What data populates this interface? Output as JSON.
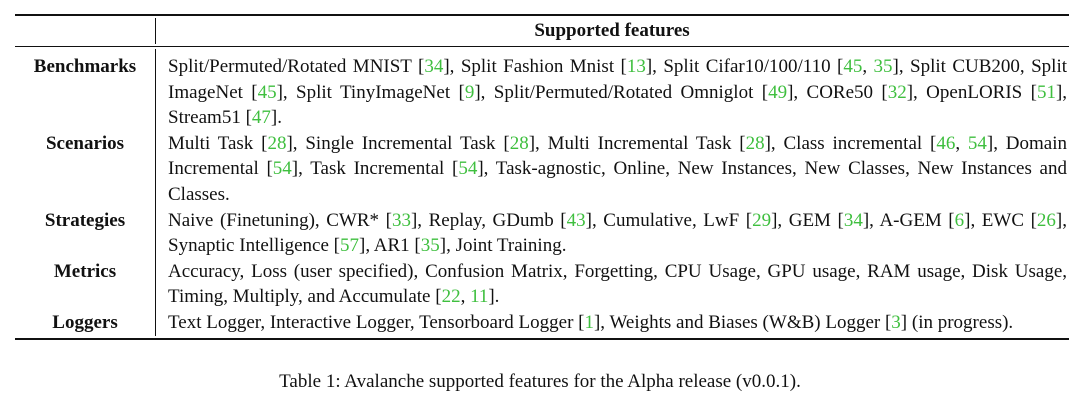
{
  "table": {
    "header": "Supported features",
    "rows": [
      {
        "label": "Benchmarks",
        "segments": [
          {
            "t": "Split/Permuted/Rotated MNIST ["
          },
          {
            "t": "34",
            "c": true
          },
          {
            "t": "], Split Fashion Mnist ["
          },
          {
            "t": "13",
            "c": true
          },
          {
            "t": "], Split Cifar10/100/110 ["
          },
          {
            "t": "45",
            "c": true
          },
          {
            "t": ", "
          },
          {
            "t": "35",
            "c": true
          },
          {
            "t": "], Split CUB200, Split ImageNet ["
          },
          {
            "t": "45",
            "c": true
          },
          {
            "t": "], Split TinyImageNet ["
          },
          {
            "t": "9",
            "c": true
          },
          {
            "t": "], Split/Permuted/Rotated Omniglot ["
          },
          {
            "t": "49",
            "c": true
          },
          {
            "t": "], CORe50 ["
          },
          {
            "t": "32",
            "c": true
          },
          {
            "t": "], OpenLORIS ["
          },
          {
            "t": "51",
            "c": true
          },
          {
            "t": "], Stream51 ["
          },
          {
            "t": "47",
            "c": true
          },
          {
            "t": "]."
          }
        ]
      },
      {
        "label": "Scenarios",
        "segments": [
          {
            "t": "Multi Task ["
          },
          {
            "t": "28",
            "c": true
          },
          {
            "t": "], Single Incremental Task ["
          },
          {
            "t": "28",
            "c": true
          },
          {
            "t": "], Multi Incremental Task ["
          },
          {
            "t": "28",
            "c": true
          },
          {
            "t": "], Class incremental ["
          },
          {
            "t": "46",
            "c": true
          },
          {
            "t": ", "
          },
          {
            "t": "54",
            "c": true
          },
          {
            "t": "], Domain Incremental ["
          },
          {
            "t": "54",
            "c": true
          },
          {
            "t": "], Task Incremental ["
          },
          {
            "t": "54",
            "c": true
          },
          {
            "t": "], Task-agnostic, Online, New Instances, New Classes, New Instances and Classes."
          }
        ]
      },
      {
        "label": "Strategies",
        "segments": [
          {
            "t": "Naive (Finetuning), CWR* ["
          },
          {
            "t": "33",
            "c": true
          },
          {
            "t": "], Replay, GDumb ["
          },
          {
            "t": "43",
            "c": true
          },
          {
            "t": "], Cumulative, LwF ["
          },
          {
            "t": "29",
            "c": true
          },
          {
            "t": "], GEM ["
          },
          {
            "t": "34",
            "c": true
          },
          {
            "t": "], A-GEM ["
          },
          {
            "t": "6",
            "c": true
          },
          {
            "t": "], EWC ["
          },
          {
            "t": "26",
            "c": true
          },
          {
            "t": "], Synaptic Intelligence ["
          },
          {
            "t": "57",
            "c": true
          },
          {
            "t": "], AR1 ["
          },
          {
            "t": "35",
            "c": true
          },
          {
            "t": "], Joint Training."
          }
        ]
      },
      {
        "label": "Metrics",
        "segments": [
          {
            "t": "Accuracy, Loss (user specified), Confusion Matrix, Forgetting, CPU Usage, GPU usage, RAM usage, Disk Usage, Timing, Multiply, and Accumulate ["
          },
          {
            "t": "22",
            "c": true
          },
          {
            "t": ", "
          },
          {
            "t": "11",
            "c": true
          },
          {
            "t": "]."
          }
        ]
      },
      {
        "label": "Loggers",
        "segments": [
          {
            "t": "Text Logger, Interactive Logger, Tensorboard Logger ["
          },
          {
            "t": "1",
            "c": true
          },
          {
            "t": "], Weights and Biases (W&B) Logger ["
          },
          {
            "t": "3",
            "c": true
          },
          {
            "t": "] (in progress)."
          }
        ]
      }
    ]
  },
  "caption": "Table 1: Avalanche supported features for the Alpha release (v0.0.1)."
}
